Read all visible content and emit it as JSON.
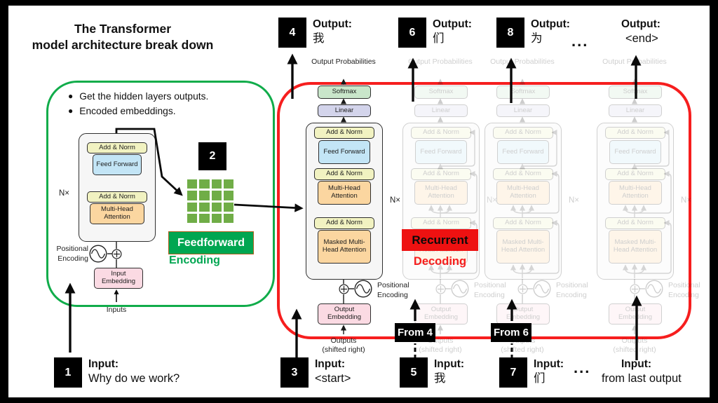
{
  "title": {
    "line1": "The Transformer",
    "line2": "model architecture break down"
  },
  "encoder_panel": {
    "bullets": [
      "Get the hidden layers outputs.",
      "Encoded embeddings."
    ]
  },
  "encoder": {
    "nx": "N×",
    "add_norm": "Add & Norm",
    "feed_forward": "Feed Forward",
    "multi_head_attention": "Multi-Head Attention",
    "positional_encoding": "Positional Encoding",
    "input_embedding": "Input Embedding",
    "inputs": "Inputs"
  },
  "step2": {
    "number": "2",
    "feedforward_label": "Feedforward",
    "encoding_label": "Encoding"
  },
  "decoder": {
    "output_probabilities": "Output Probabilities",
    "softmax": "Softmax",
    "linear": "Linear",
    "add_norm": "Add & Norm",
    "feed_forward": "Feed Forward",
    "multi_head_attention": "Multi-Head Attention",
    "masked_multi_head_attention": "Masked Multi-Head Attention",
    "nx": "N×",
    "positional_encoding": "Positional Encoding",
    "output_embedding": "Output Embedding",
    "outputs_line1": "Outputs",
    "outputs_line2": "(shifted right)"
  },
  "recurrent": {
    "label": "Recurrent",
    "sublabel": "Decoding"
  },
  "from_labels": [
    {
      "text": "From 4"
    },
    {
      "text": "From 6"
    }
  ],
  "io": {
    "top": [
      {
        "num": "4",
        "label": "Output:",
        "value": "我"
      },
      {
        "num": "6",
        "label": "Output:",
        "value": "们"
      },
      {
        "num": "8",
        "label": "Output:",
        "value": "为"
      },
      {
        "num": "",
        "label": "Output:",
        "value": "<end>"
      }
    ],
    "top_ellipsis": "...",
    "bottom": [
      {
        "num": "1",
        "label": "Input:",
        "value": "Why do we work?"
      },
      {
        "num": "3",
        "label": "Input:",
        "value": "<start>"
      },
      {
        "num": "5",
        "label": "Input:",
        "value": "我"
      },
      {
        "num": "7",
        "label": "Input:",
        "value": "们"
      },
      {
        "num": "",
        "label": "Input:",
        "value": "from last output"
      }
    ],
    "bottom_ellipsis": "..."
  },
  "colors": {
    "panel_green": "#10ac4a",
    "panel_red": "#f61e1e",
    "accent_green_fill": "#00a651",
    "grid_green": "#70ad47",
    "recurrent_red": "#ee1111",
    "box_softmax": "#c9e6ca",
    "box_linear": "#d3d4eb",
    "box_addnorm": "#f1f2c1",
    "box_feedforward": "#c3e5f6",
    "box_attention": "#fbd6a0",
    "box_embedding": "#fbdae3"
  }
}
